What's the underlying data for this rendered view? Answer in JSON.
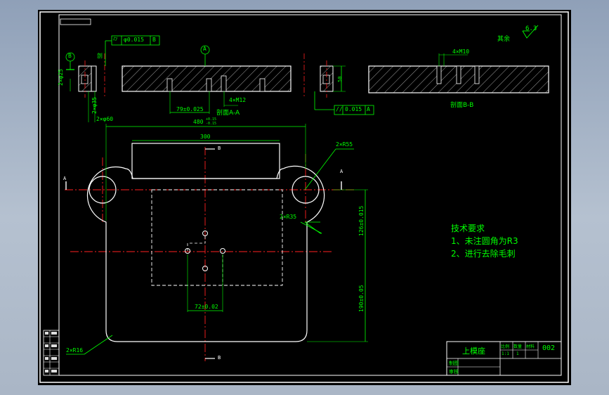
{
  "drawing": {
    "part_name": "上模座",
    "drawing_number": "002",
    "title_block_labels": [
      "比例",
      "数量",
      "材料"
    ],
    "title_block_values": [
      "1:1",
      "1",
      ""
    ],
    "title_block_rows": [
      "制图",
      "审核"
    ],
    "surface_finish": {
      "prefix": "其余",
      "value": "6.3"
    },
    "tech_requirements": {
      "title": "技术要求",
      "items": [
        "1、未注圆角为R3",
        "2、进行去除毛刺"
      ]
    },
    "top_view": {
      "gd_t_top": [
        "⌭",
        "φ0.015",
        "B"
      ],
      "gd_t_bottom": [
        "//",
        "0.015",
        "A"
      ],
      "datum_a": "A",
      "datum_b": "B",
      "label_hole_dia": "2×φ25",
      "label_hole_dia2": "2×φ35",
      "label_hole_deep": "2×φ60",
      "label_section": "剖面A-A",
      "label_pitch": "79±0.025",
      "label_threads": "4×M12",
      "label_height": "50",
      "label_side_mark": "剖"
    },
    "section_b": {
      "label": "剖面B-B",
      "threads": "4×M10"
    },
    "plan_view": {
      "overall_width": "480",
      "tol_upper": "+0.15",
      "tol_lower": "-0.15",
      "inner_width": "300",
      "r_large": "2×R55",
      "r_inner": "2×R35",
      "r_corner": "2×R16",
      "dim_right_upper": "126±0.015",
      "dim_right_lower": "190±0.05",
      "dim_center": "72±0.02",
      "section_a": "A",
      "section_b": "B"
    },
    "left_strip_labels": [
      "",
      "",
      "",
      "",
      "",
      "",
      ""
    ],
    "colors": {
      "outline": "#ffffff",
      "dimension": "#00ff00",
      "centerline": "#ff2020",
      "text": "#00ff00",
      "hatch": "#ffffff",
      "background": "#000000"
    }
  }
}
